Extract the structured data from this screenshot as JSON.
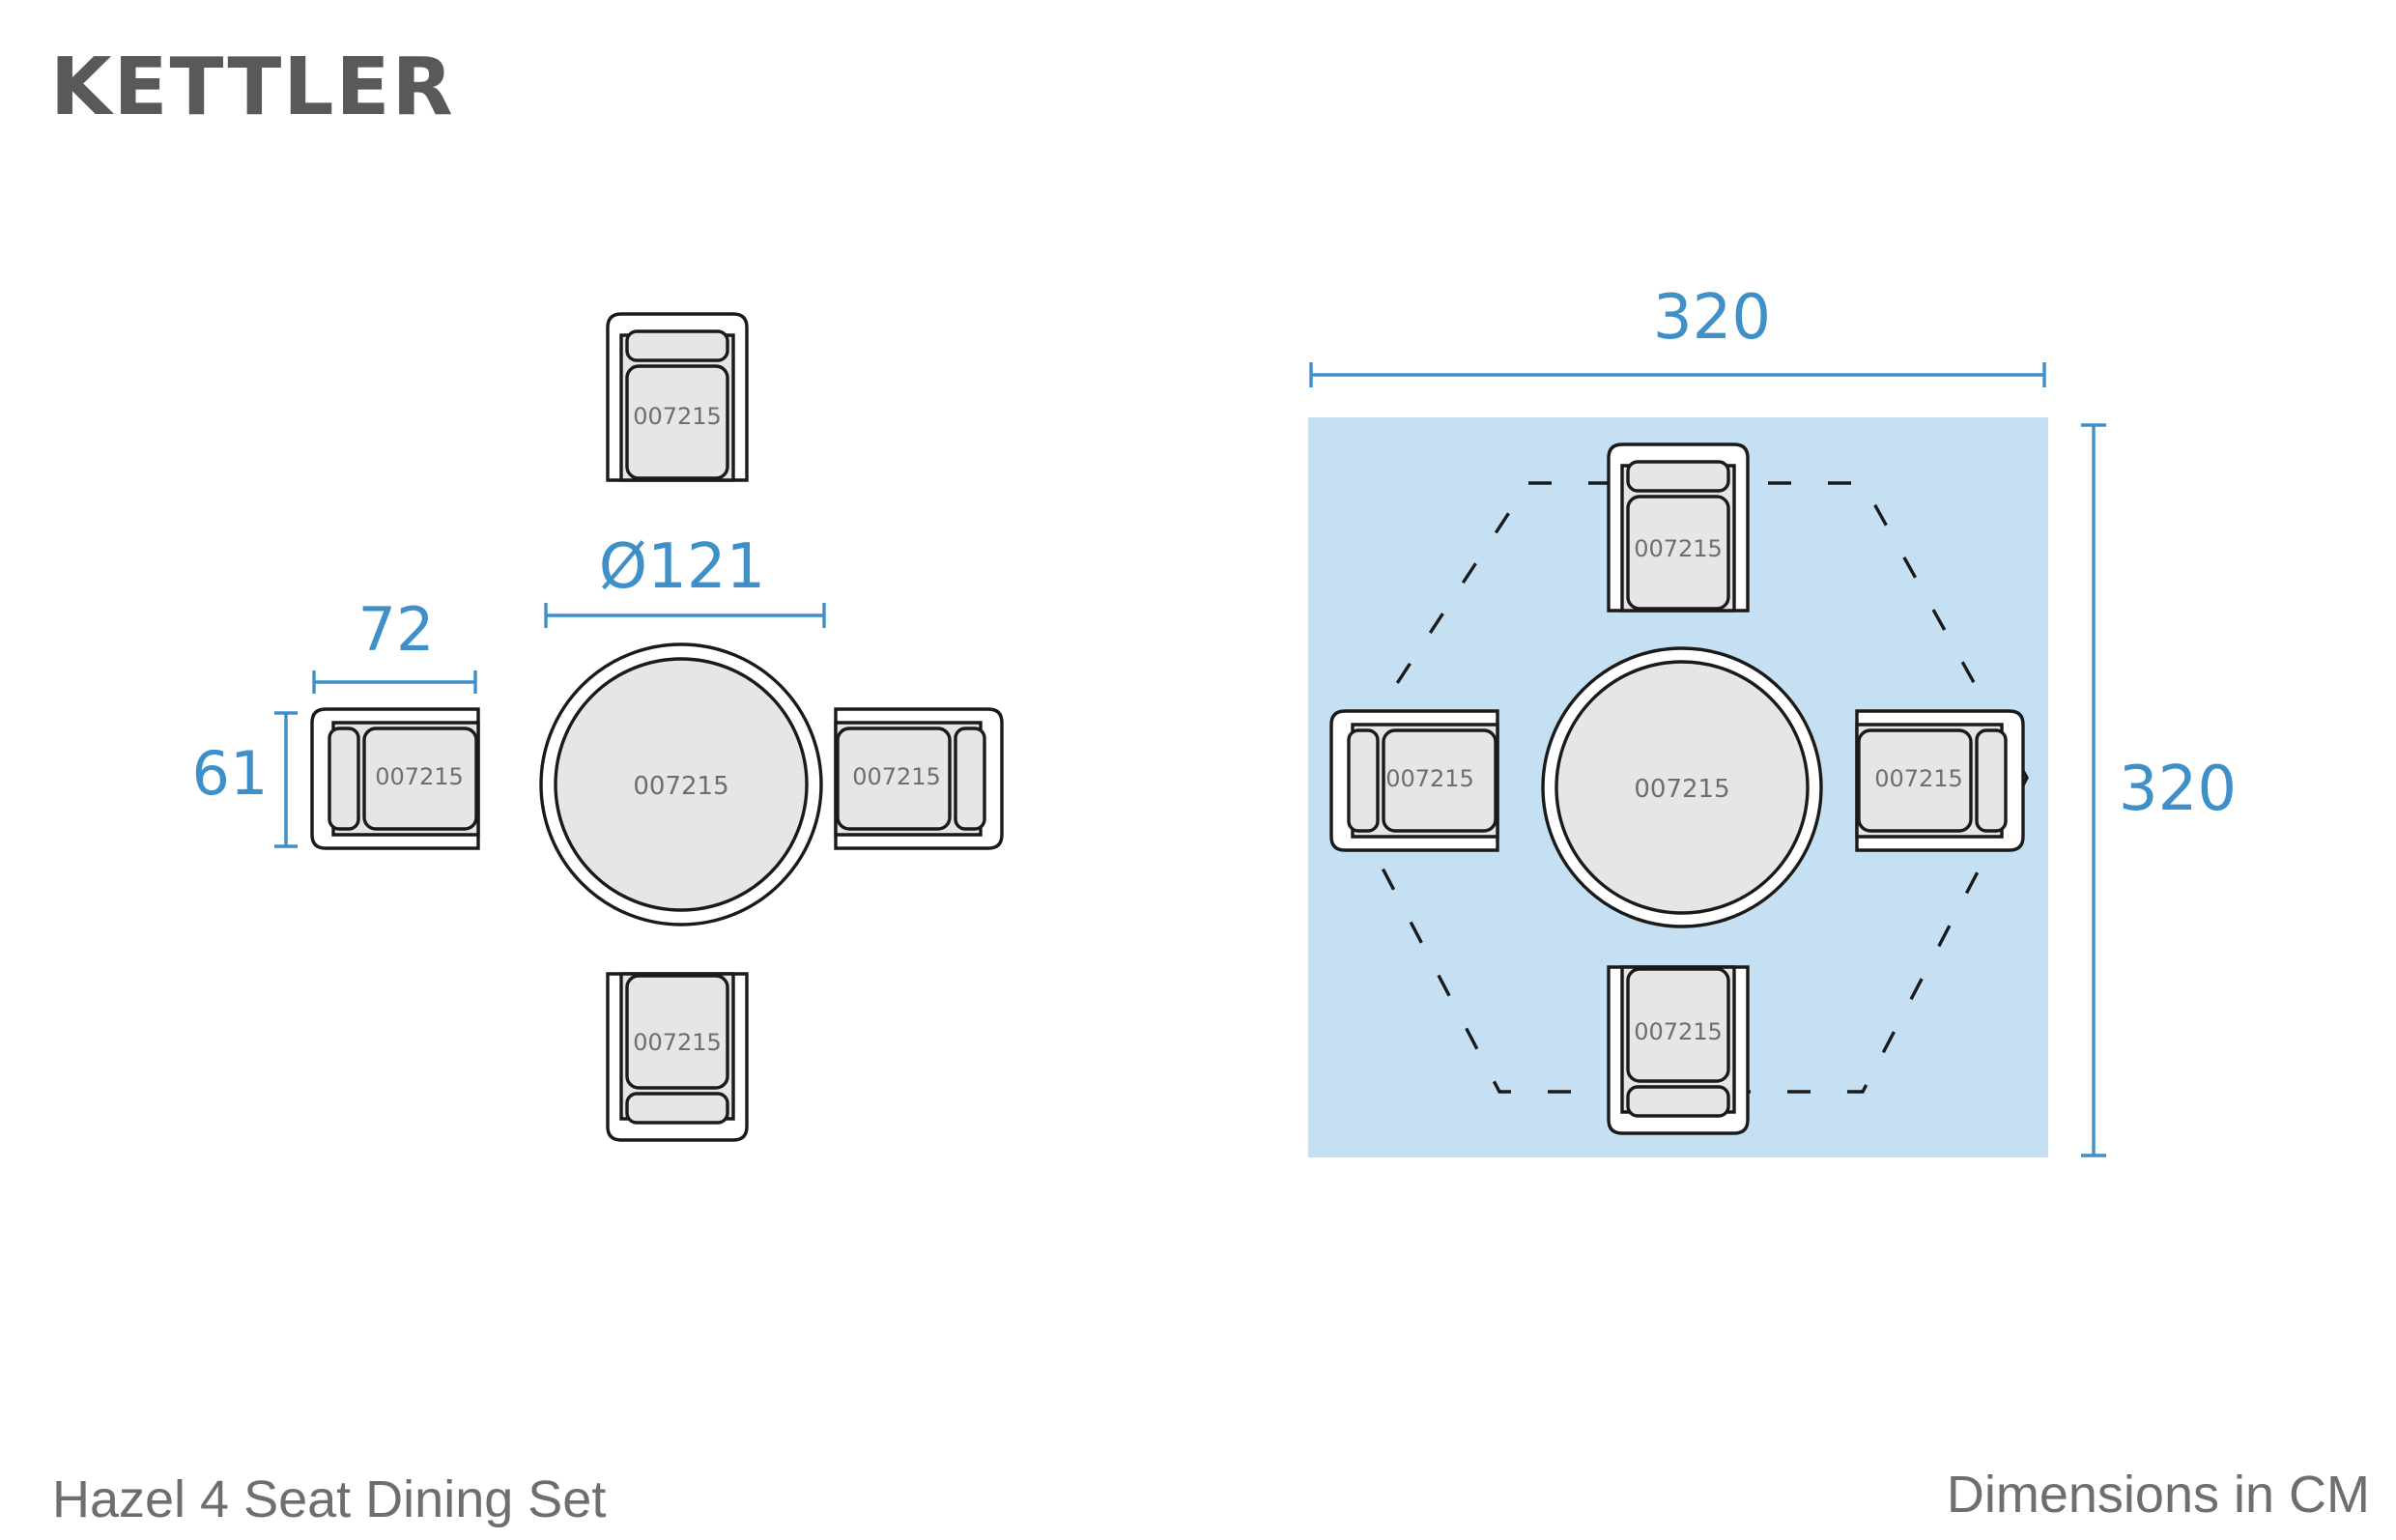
{
  "brand": {
    "logo_text": "KETTLER"
  },
  "product": {
    "name": "Hazel 4 Seat Dining Set"
  },
  "footer": {
    "units_note": "Dimensions in CM"
  },
  "dimensions": {
    "table_diameter": "Ø121",
    "chair_width": "72",
    "chair_depth": "61",
    "footprint_width": "320",
    "footprint_depth": "320"
  },
  "product_code": "007215",
  "colors": {
    "dimension_blue": "#3f8fc8",
    "footprint_fill": "#c5e0f2",
    "furniture_fill": "#e6e6e6",
    "outline": "#1a1a1a",
    "brand_grey": "#58595b"
  }
}
